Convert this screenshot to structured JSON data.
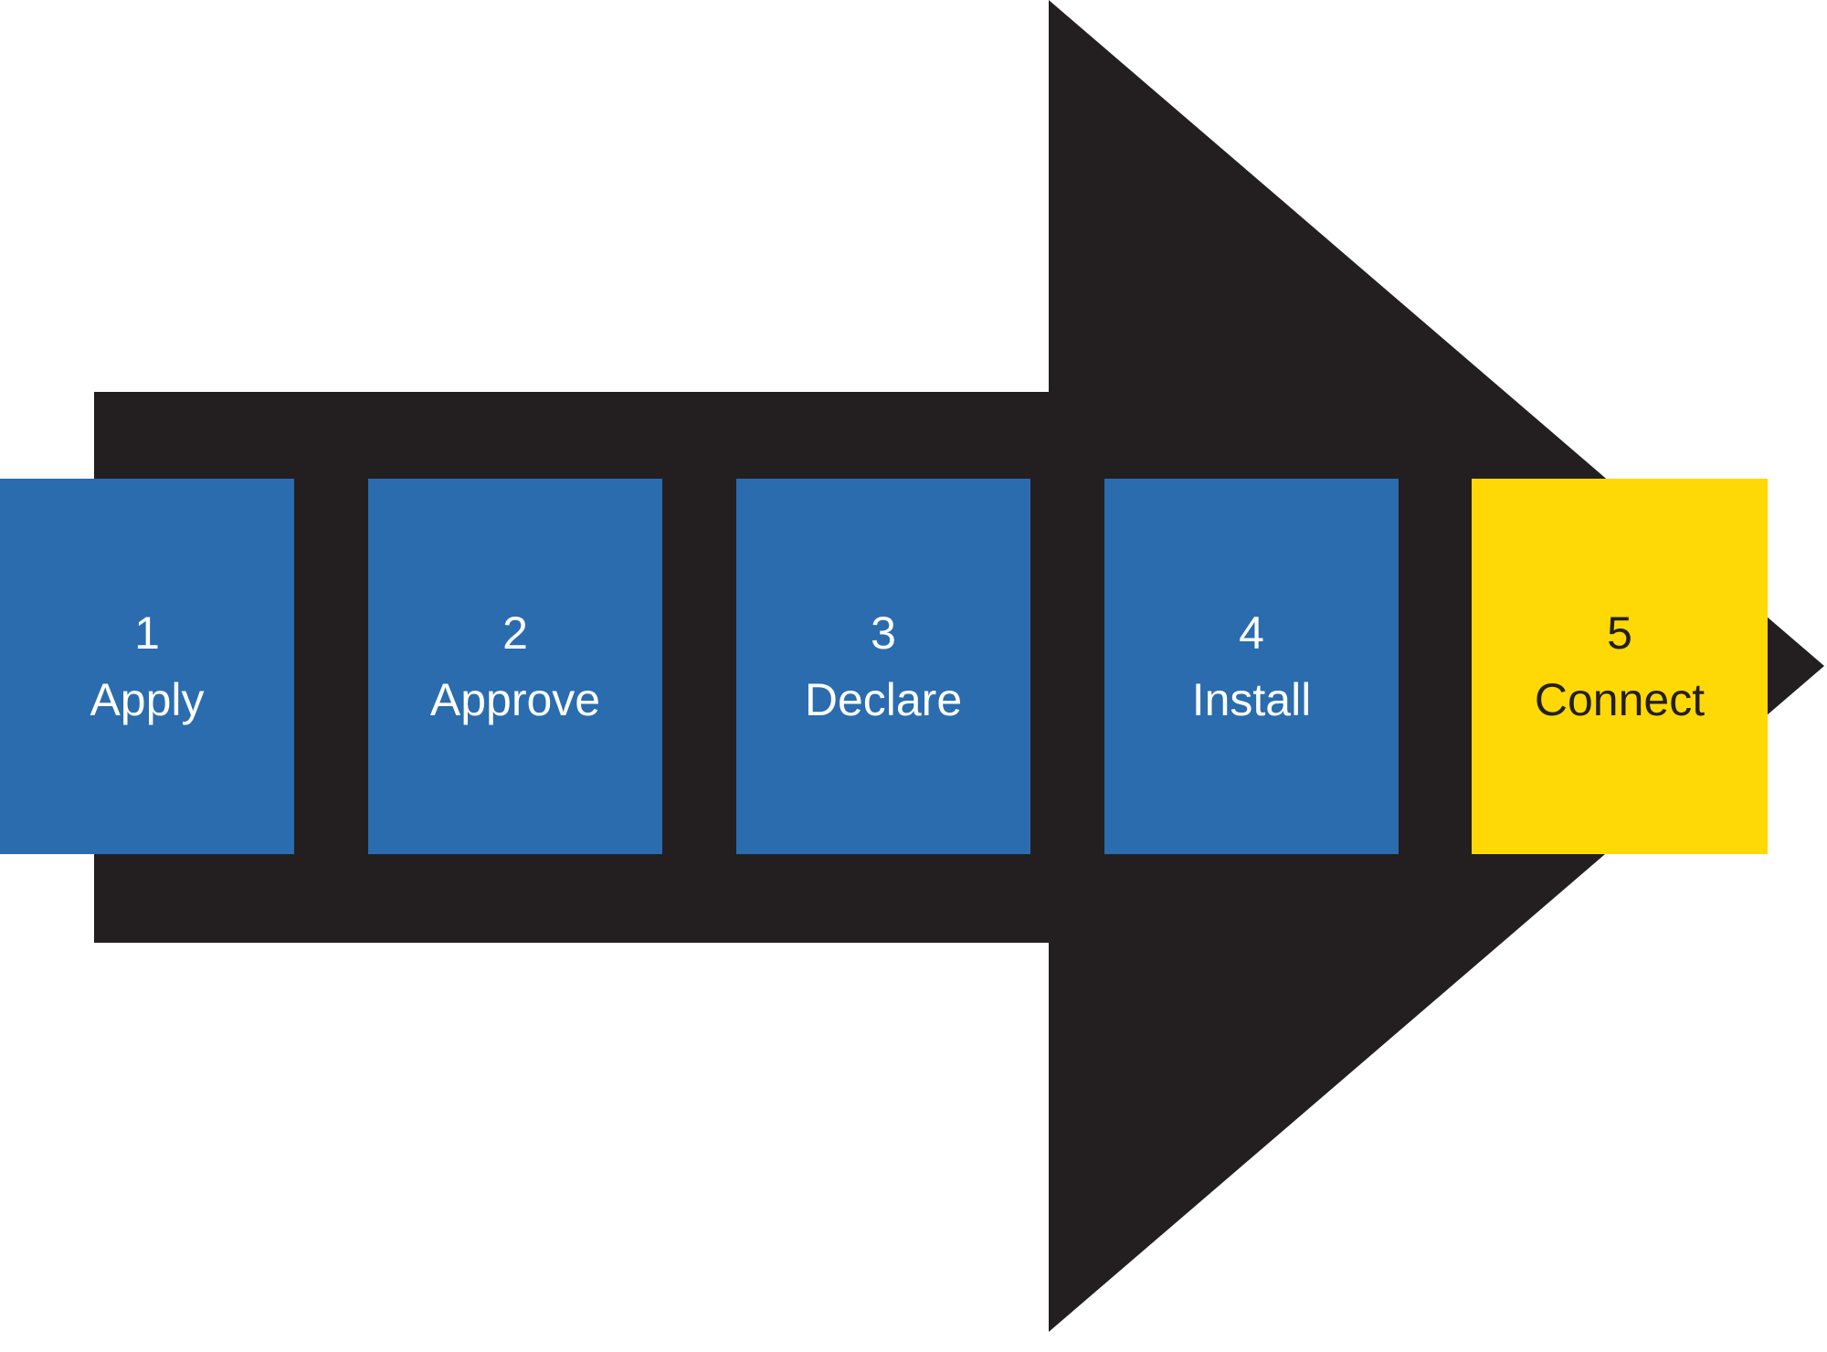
{
  "diagram": {
    "type": "process-arrow",
    "direction": "right",
    "background_color": "#ffffff"
  },
  "arrow": {
    "color": "#231f20"
  },
  "steps": [
    {
      "number": "1",
      "label": "Apply",
      "bg_color": "#2a6cae",
      "text_color": "#ffffff"
    },
    {
      "number": "2",
      "label": "Approve",
      "bg_color": "#2a6cae",
      "text_color": "#ffffff"
    },
    {
      "number": "3",
      "label": "Declare",
      "bg_color": "#2a6cae",
      "text_color": "#ffffff"
    },
    {
      "number": "4",
      "label": "Install",
      "bg_color": "#2a6cae",
      "text_color": "#ffffff"
    },
    {
      "number": "5",
      "label": "Connect",
      "bg_color": "#ffd905",
      "text_color": "#231f20"
    }
  ]
}
